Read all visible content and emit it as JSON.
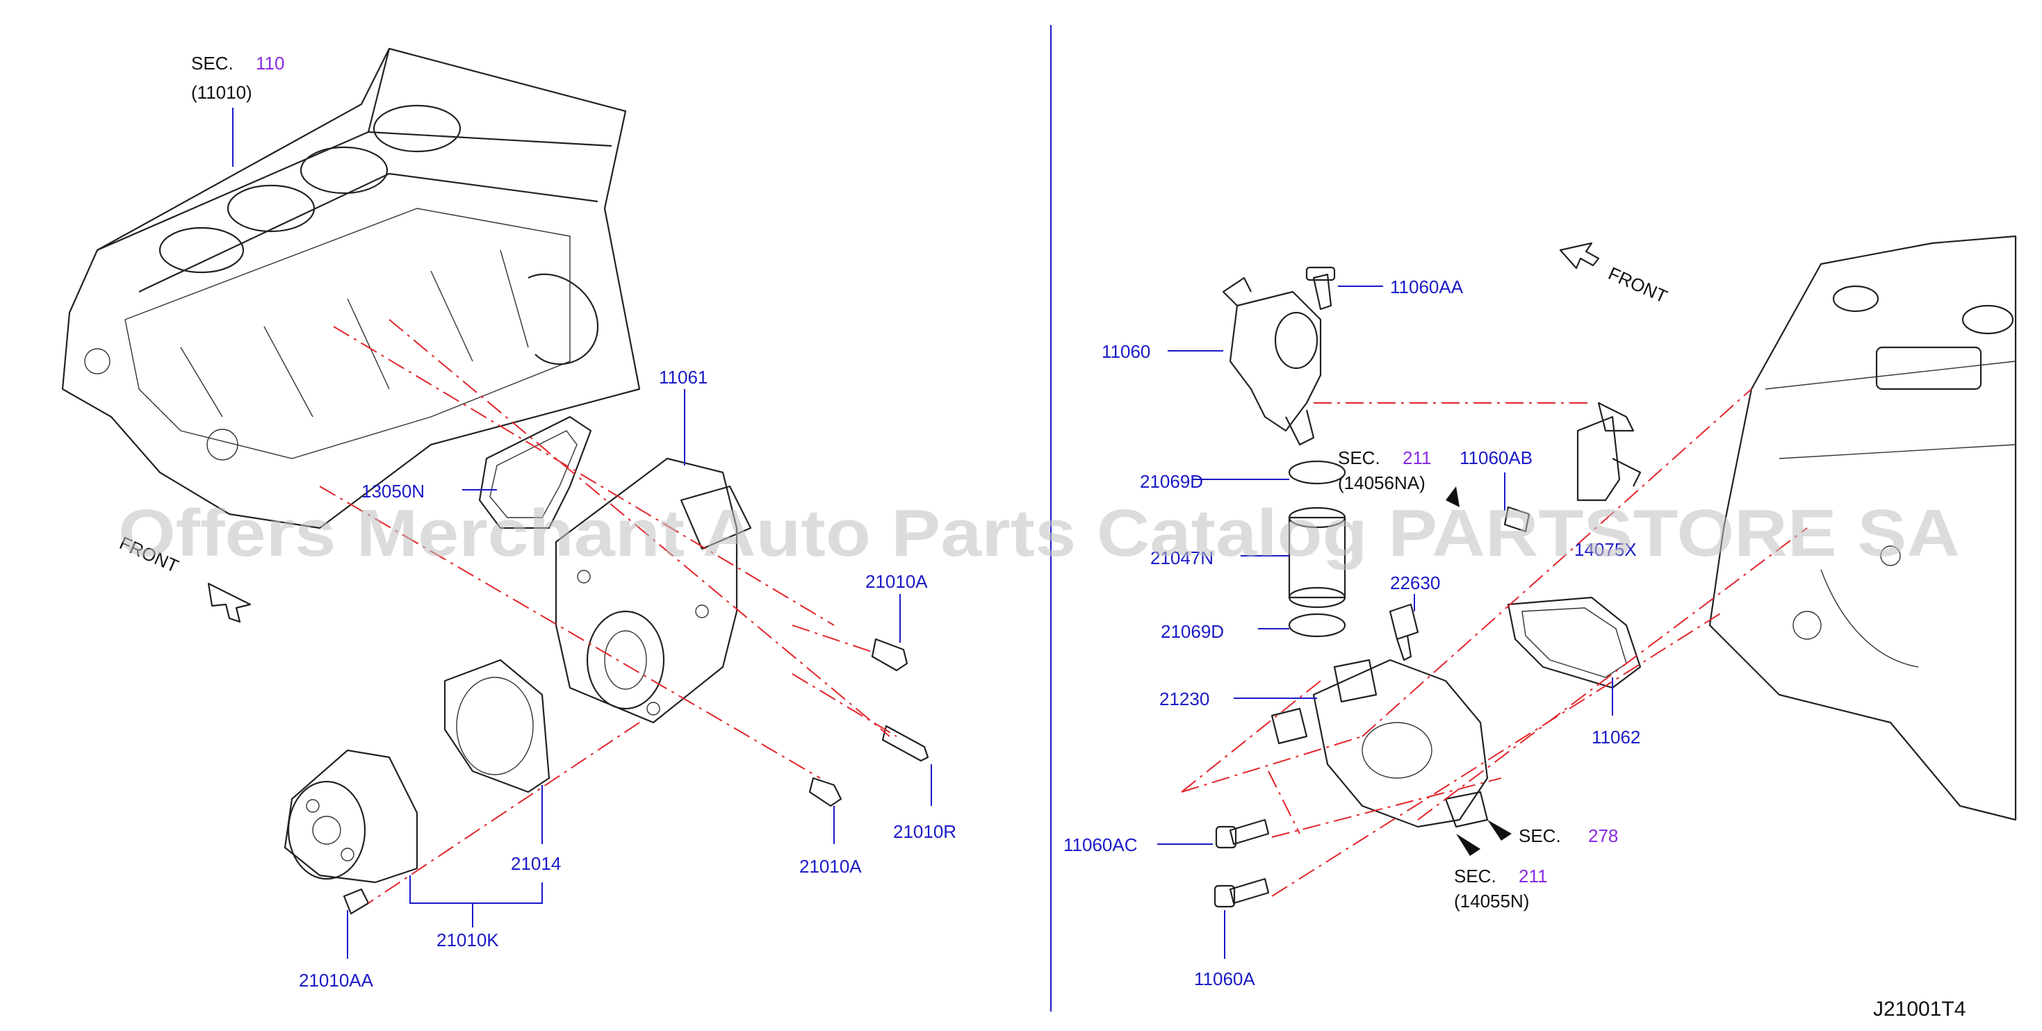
{
  "watermark": "Offers Merchant Auto Parts Catalog PARTSTORE SA",
  "diagram_code": "J21001T4",
  "front_label": "FRONT",
  "colors": {
    "part_number": "#1a1ac8",
    "section_ref": "#8a2be2",
    "dash_line": "#e3252b",
    "text": "#111111"
  },
  "left_panel": {
    "sec_110": {
      "prefix": "SEC.",
      "num": "110",
      "sub": "(11010)"
    },
    "front_arrow_label": "FRONT",
    "labels": {
      "p11061": "11061",
      "p13050N": "13050N",
      "p21010A_top": "21010A",
      "p21010R": "21010R",
      "p21010A_bottom": "21010A",
      "p21014": "21014",
      "p21010K": "21010K",
      "p21010AA": "21010AA"
    }
  },
  "right_panel": {
    "front_arrow_label": "FRONT",
    "labels": {
      "p11060AA": "11060AA",
      "p11060": "11060",
      "p21069D_top": "21069D",
      "p21047N": "21047N",
      "p21069D_bottom": "21069D",
      "p21230": "21230",
      "p11060AB": "11060AB",
      "p14075X": "14075X",
      "p22630": "22630",
      "p11062": "11062",
      "p11060AC": "11060AC",
      "p11060A": "11060A"
    },
    "sec_211_a": {
      "prefix": "SEC.",
      "num": "211",
      "sub": "(14056NA)"
    },
    "sec_278": {
      "prefix": "SEC.",
      "num": "278"
    },
    "sec_211_b": {
      "prefix": "SEC.",
      "num": "211",
      "sub": "(14055N)"
    }
  }
}
